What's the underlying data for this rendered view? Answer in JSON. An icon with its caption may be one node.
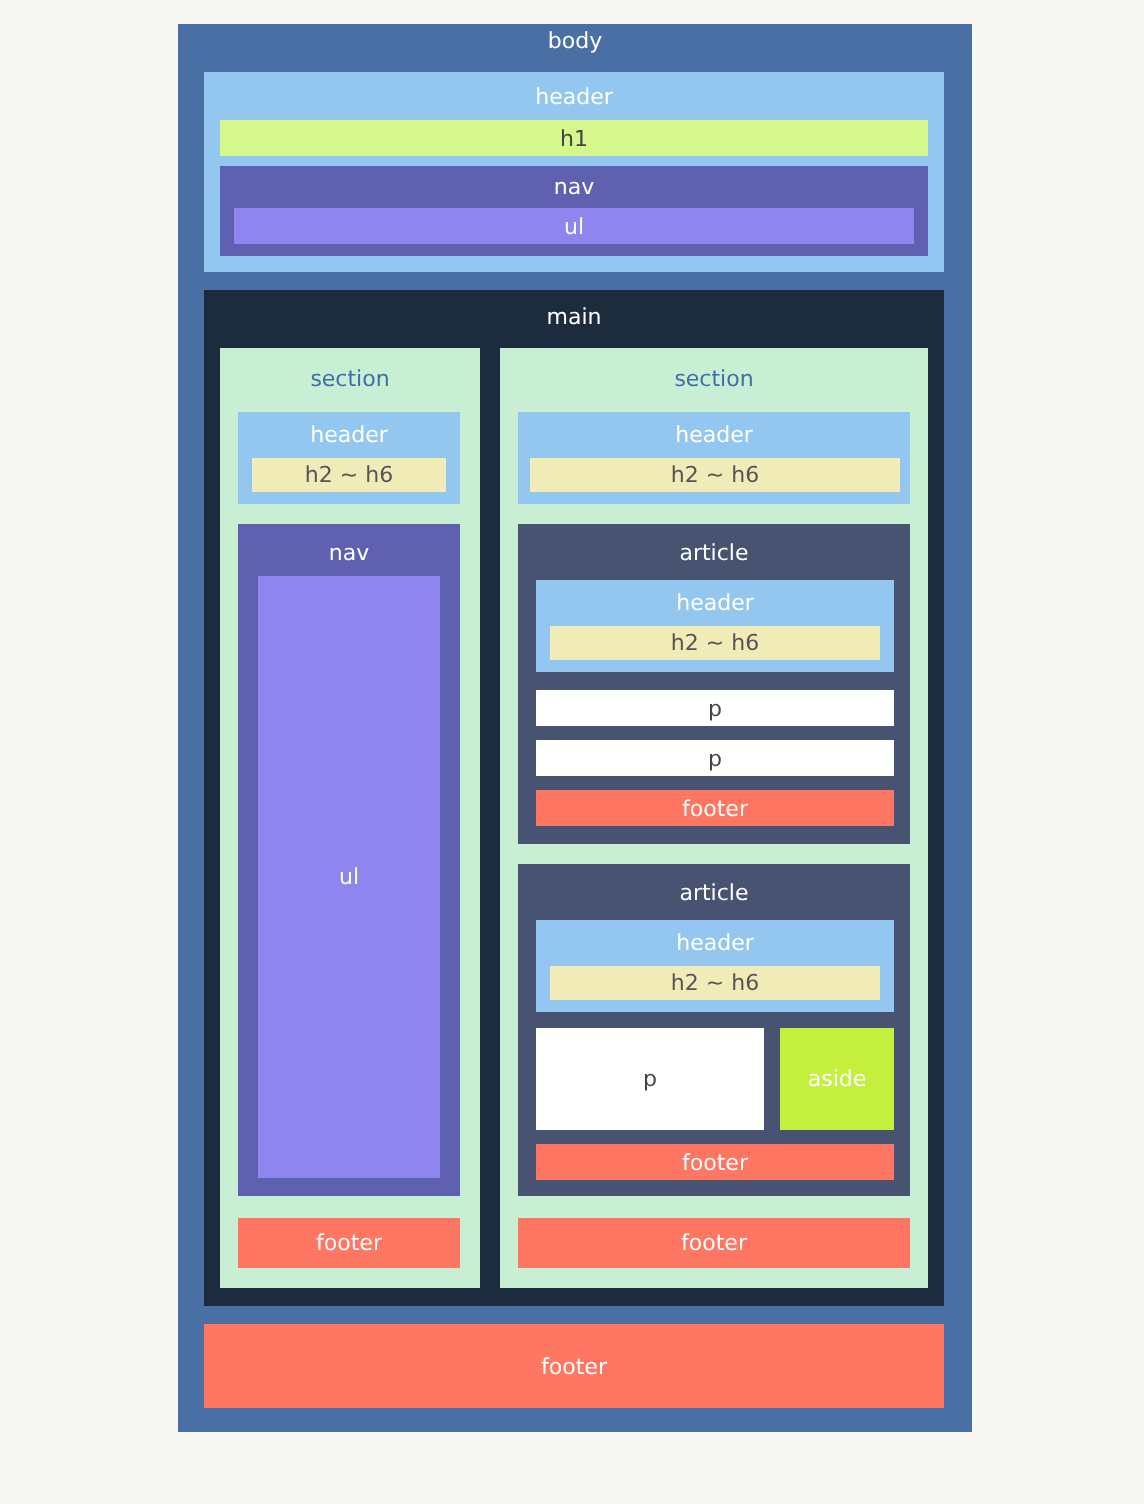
{
  "diagram": {
    "nodes": [
      {
        "text": [
          "body"
        ]
      },
      {
        "text": [
          "header"
        ],
        "in": 0
      },
      {
        "text": [
          "h1"
        ],
        "in": 1
      },
      {
        "text": [
          "nav"
        ],
        "in": 1
      },
      {
        "text": [
          "ul"
        ],
        "in": 3
      },
      {
        "text": [
          "main"
        ],
        "in": 0
      },
      {
        "text": [
          "section"
        ],
        "in": 5
      },
      {
        "text": [
          "header"
        ],
        "in": 6
      },
      {
        "text": [
          "h2 ~ h6"
        ],
        "in": 7
      },
      {
        "text": [
          "nav"
        ],
        "in": 6
      },
      {
        "text": [
          "ul"
        ],
        "in": 9
      },
      {
        "text": [
          "footer"
        ],
        "in": 6
      },
      {
        "text": [
          "section"
        ],
        "in": 5
      },
      {
        "text": [
          "header"
        ],
        "in": 12
      },
      {
        "text": [
          "h2 ~ h6"
        ],
        "in": 13
      },
      {
        "text": [
          "article"
        ],
        "in": 12
      },
      {
        "text": [
          "header"
        ],
        "in": 15
      },
      {
        "text": [
          "h2 ~ h6"
        ],
        "in": 16
      },
      {
        "text": [
          "p"
        ],
        "in": 15
      },
      {
        "text": [
          "p"
        ],
        "in": 15
      },
      {
        "text": [
          "footer"
        ],
        "in": 15
      },
      {
        "text": [
          "article"
        ],
        "in": 12
      },
      {
        "text": [
          "header"
        ],
        "in": 21
      },
      {
        "text": [
          "h2 ~ h6"
        ],
        "in": 22
      },
      {
        "text": [
          "p"
        ],
        "in": 21
      },
      {
        "text": [
          "aside"
        ],
        "in": 21
      },
      {
        "text": [
          "footer"
        ],
        "in": 21
      },
      {
        "text": [
          "footer"
        ],
        "in": 12
      },
      {
        "text": [
          "footer"
        ],
        "in": 0
      }
    ]
  }
}
